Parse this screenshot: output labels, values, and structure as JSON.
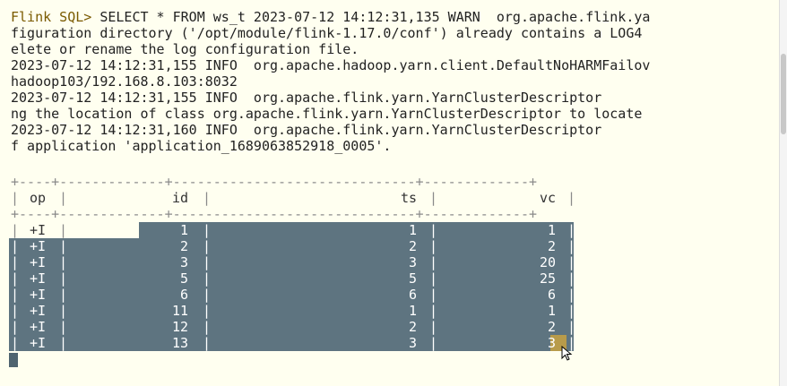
{
  "log_lines": [
    {
      "prompt": "Flink SQL>",
      "text": " SELECT * FROM ws_t 2023-07-12 14:12:31,135 WARN  org.apache.flink.ya"
    },
    {
      "prompt": "",
      "text": "figuration directory ('/opt/module/flink-1.17.0/conf') already contains a LOG4"
    },
    {
      "prompt": "",
      "text": "elete or rename the log configuration file."
    },
    {
      "prompt": "",
      "text": "2023-07-12 14:12:31,155 INFO  org.apache.hadoop.yarn.client.DefaultNoHARMFailov"
    },
    {
      "prompt": "",
      "text": "hadoop103/192.168.8.103:8032"
    },
    {
      "prompt": "",
      "text": "2023-07-12 14:12:31,155 INFO  org.apache.flink.yarn.YarnClusterDescriptor"
    },
    {
      "prompt": "",
      "text": "ng the location of class org.apache.flink.yarn.YarnClusterDescriptor to locate"
    },
    {
      "prompt": "",
      "text": "2023-07-12 14:12:31,160 INFO  org.apache.flink.yarn.YarnClusterDescriptor"
    },
    {
      "prompt": "",
      "text": "f application 'application_1689063852918_0005'."
    }
  ],
  "table": {
    "border_top": "+----+-------------+------------------------------+-------------+",
    "border_mid": "+----+-------------+------------------------------+-------------+",
    "headers": {
      "op": "op",
      "id": "id",
      "ts": "ts",
      "vc": "vc"
    },
    "rows": [
      {
        "op": "+I",
        "id": "1",
        "ts": "1",
        "vc": "1"
      },
      {
        "op": "+I",
        "id": "2",
        "ts": "2",
        "vc": "2"
      },
      {
        "op": "+I",
        "id": "3",
        "ts": "3",
        "vc": "20"
      },
      {
        "op": "+I",
        "id": "5",
        "ts": "5",
        "vc": "25"
      },
      {
        "op": "+I",
        "id": "6",
        "ts": "6",
        "vc": "6"
      },
      {
        "op": "+I",
        "id": "11",
        "ts": "1",
        "vc": "1"
      },
      {
        "op": "+I",
        "id": "12",
        "ts": "2",
        "vc": "2"
      },
      {
        "op": "+I",
        "id": "13",
        "ts": "3",
        "vc": "3"
      }
    ]
  },
  "colors": {
    "background": "#fffff0",
    "selection": "#5e7480",
    "prompt": "#7a5a00"
  }
}
